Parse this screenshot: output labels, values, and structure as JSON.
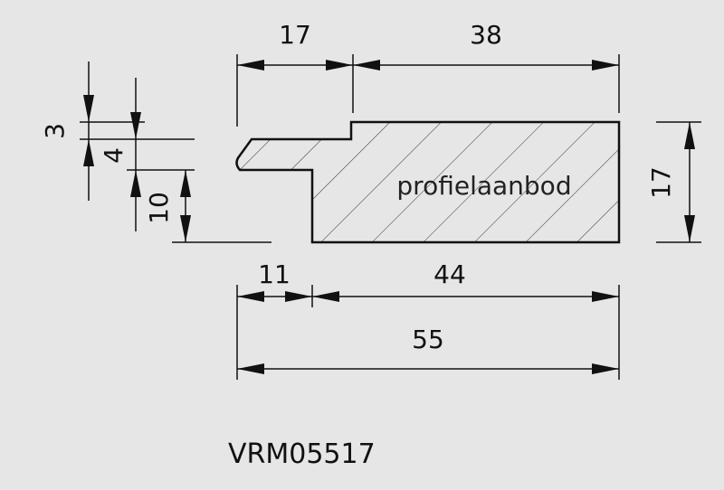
{
  "dimensions": {
    "top_left": "17",
    "top_right": "38",
    "left_small": "3",
    "left_mid": "4",
    "left_bottom": "10",
    "right_height": "17",
    "bottom_left": "11",
    "bottom_right": "44",
    "overall_width": "55"
  },
  "watermark": "profielaanbod",
  "product_code": "VRM05517"
}
